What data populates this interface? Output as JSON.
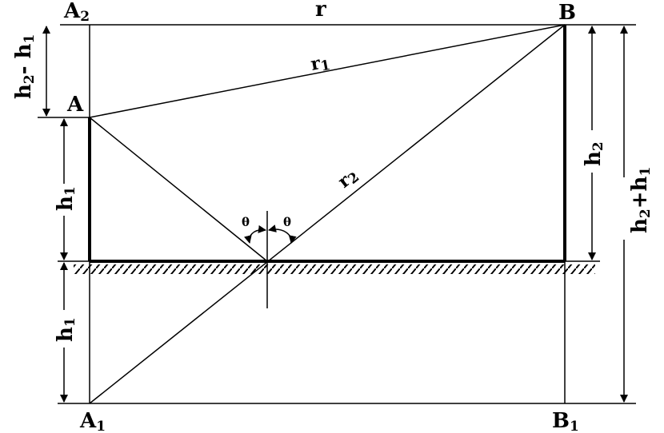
{
  "points": {
    "a2": {
      "main": "A",
      "sub": "2"
    },
    "a": {
      "main": "A",
      "sub": ""
    },
    "a1": {
      "main": "A",
      "sub": "1"
    },
    "b": {
      "main": "B",
      "sub": ""
    },
    "b1": {
      "main": "B",
      "sub": "1"
    }
  },
  "segments": {
    "r": {
      "main": "r",
      "sub": ""
    },
    "r1": {
      "main": "r",
      "sub": "1"
    },
    "r2": {
      "main": "r",
      "sub": "2"
    }
  },
  "dimensions": {
    "h2_minus_h1": {
      "a": "h",
      "a_sub": "2",
      "op": "- ",
      "b": "h",
      "b_sub": "1"
    },
    "h1_upper": {
      "main": "h",
      "sub": "1"
    },
    "h1_lower": {
      "main": "h",
      "sub": "1"
    },
    "h2": {
      "main": "h",
      "sub": "2"
    },
    "h2_plus_h1": {
      "a": "h",
      "a_sub": "2",
      "op": "+",
      "b": "h",
      "b_sub": "1"
    }
  },
  "angles": {
    "left": "θ",
    "right": "θ"
  }
}
